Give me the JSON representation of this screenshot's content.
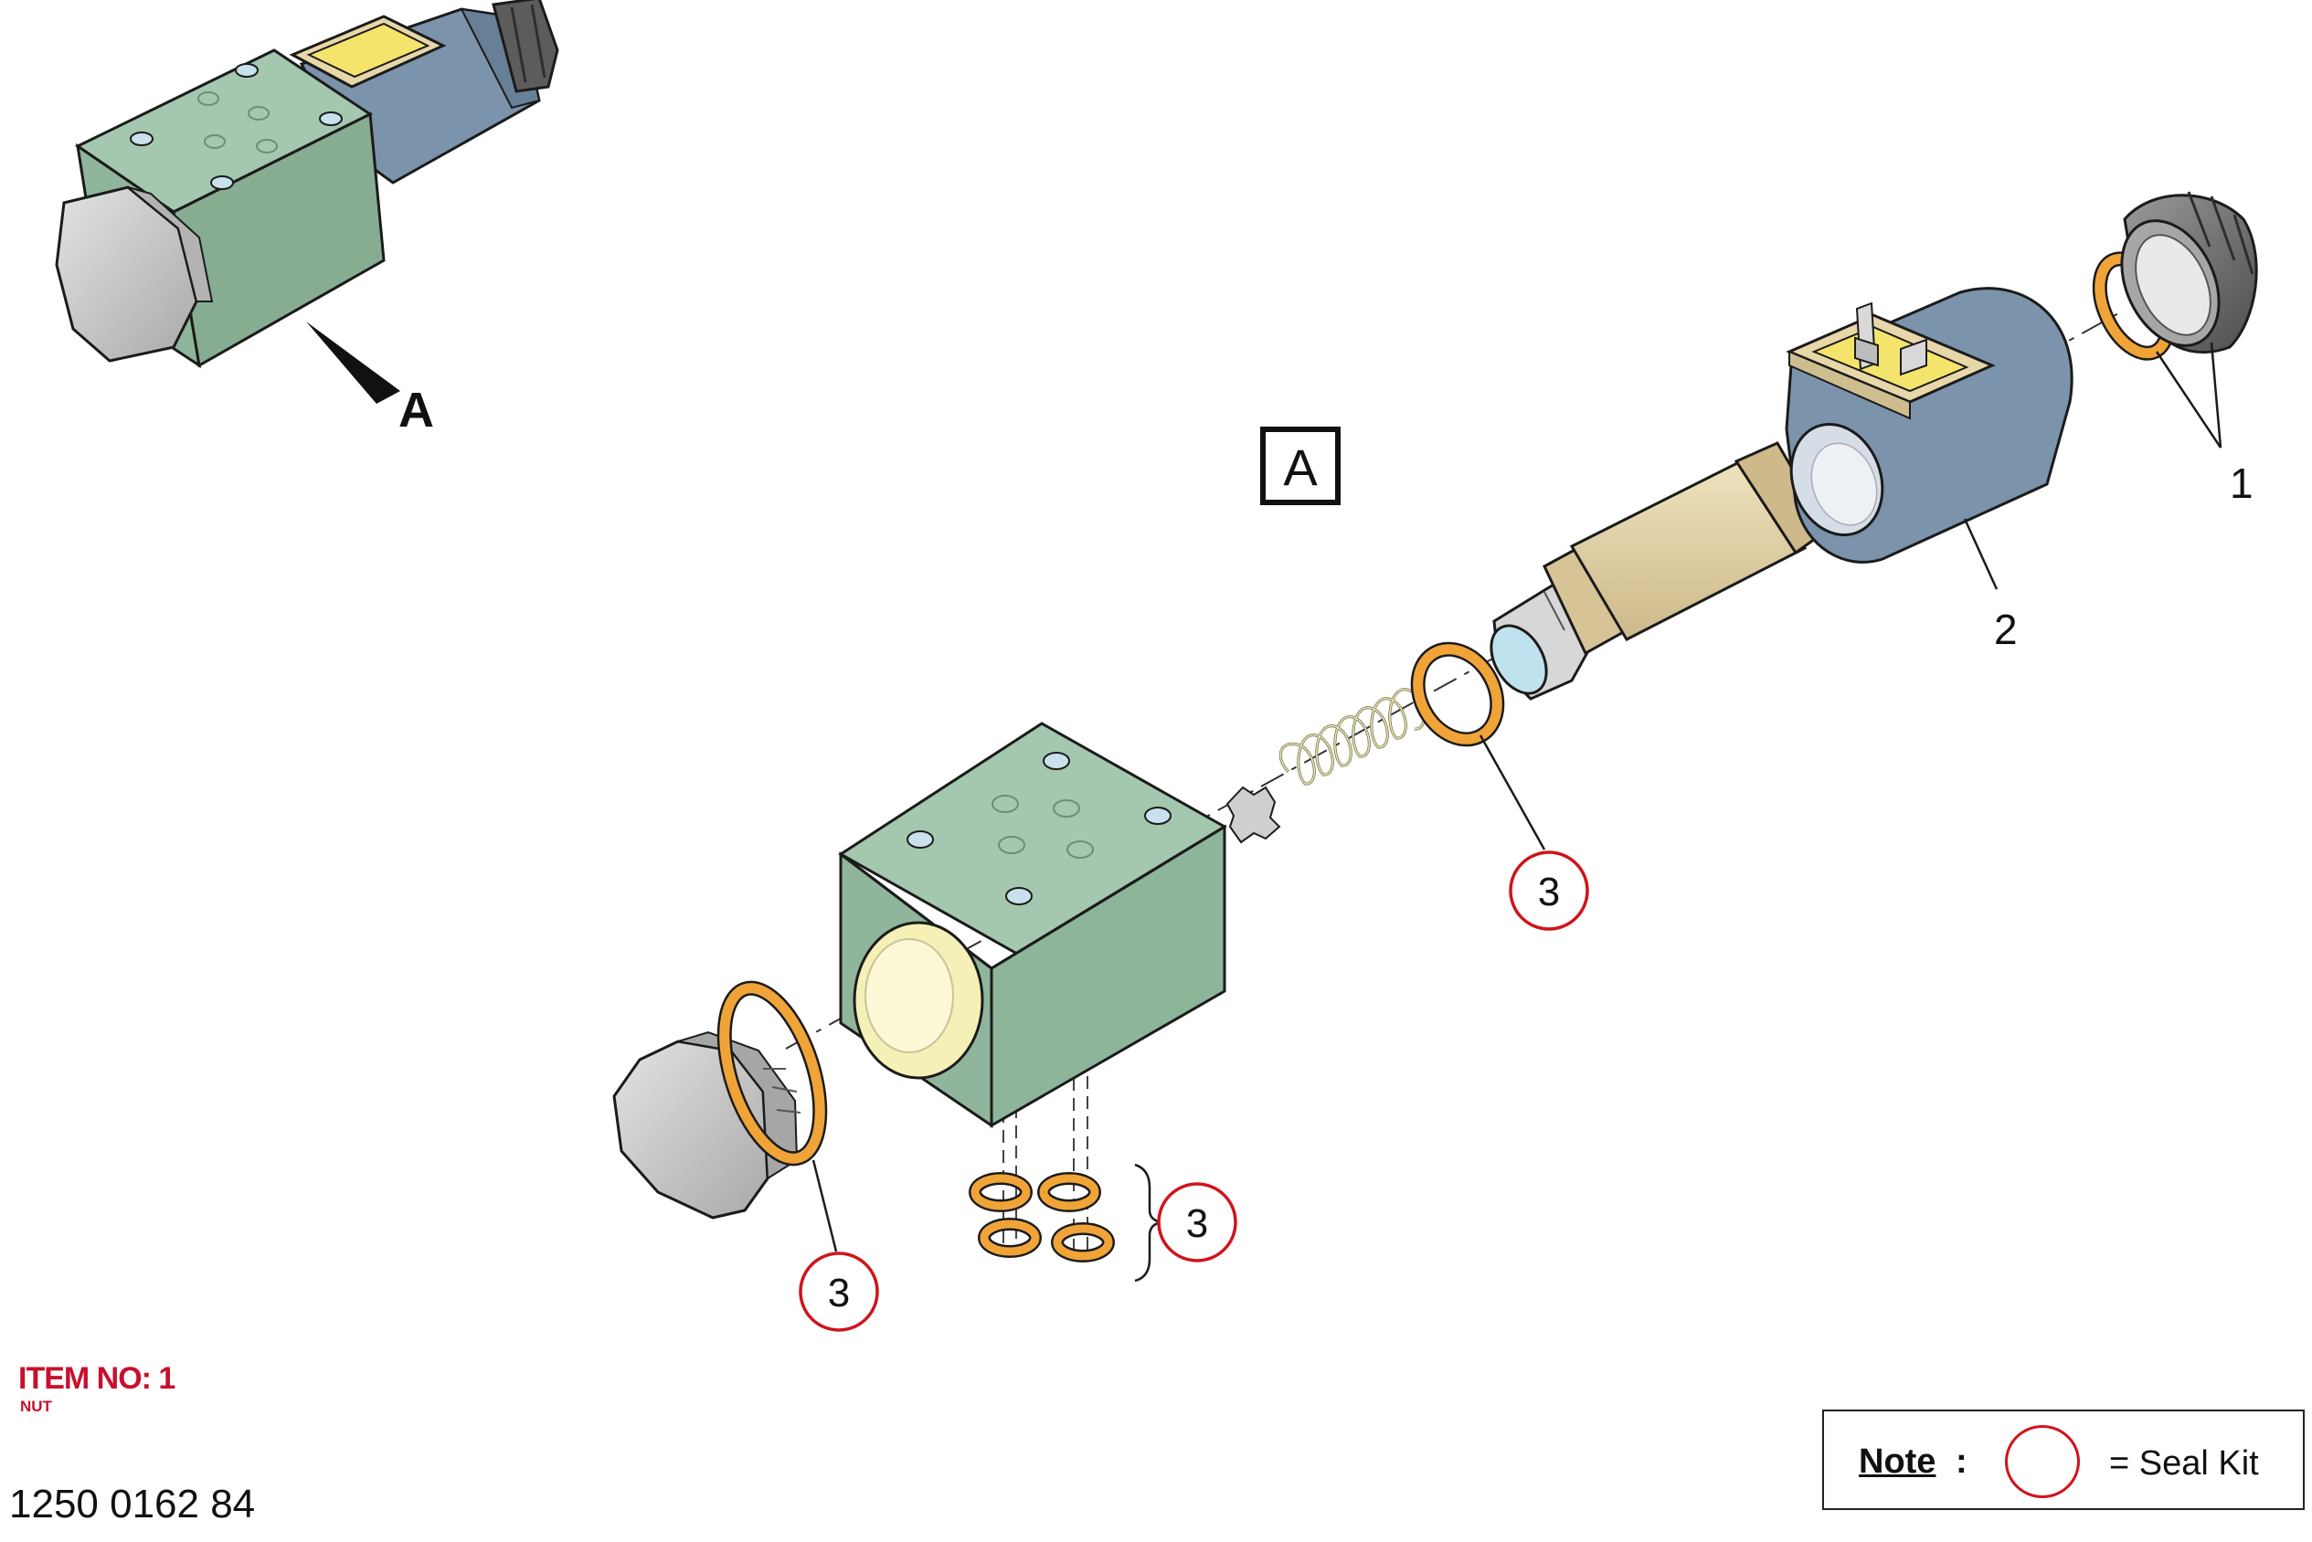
{
  "view": {
    "marker_letter": "A",
    "view_box_label": "A"
  },
  "callouts": {
    "nut_seal": "1",
    "coil": "2",
    "tube_seal": "3",
    "plug_seal": "3",
    "port_seals": "3"
  },
  "item": {
    "title": "ITEM NO: 1",
    "description": "NUT"
  },
  "part_number": "1250 0162 84",
  "note": {
    "label": "Note",
    "colon": ":",
    "legend_text": "= Seal Kit"
  },
  "colors": {
    "block": "#8fb69c",
    "coil": "#7b93ab",
    "tube": "#e7d7a9",
    "seal": "#f0a438",
    "callout_circle": "#d0131b",
    "plug": "#c9c9c9"
  }
}
